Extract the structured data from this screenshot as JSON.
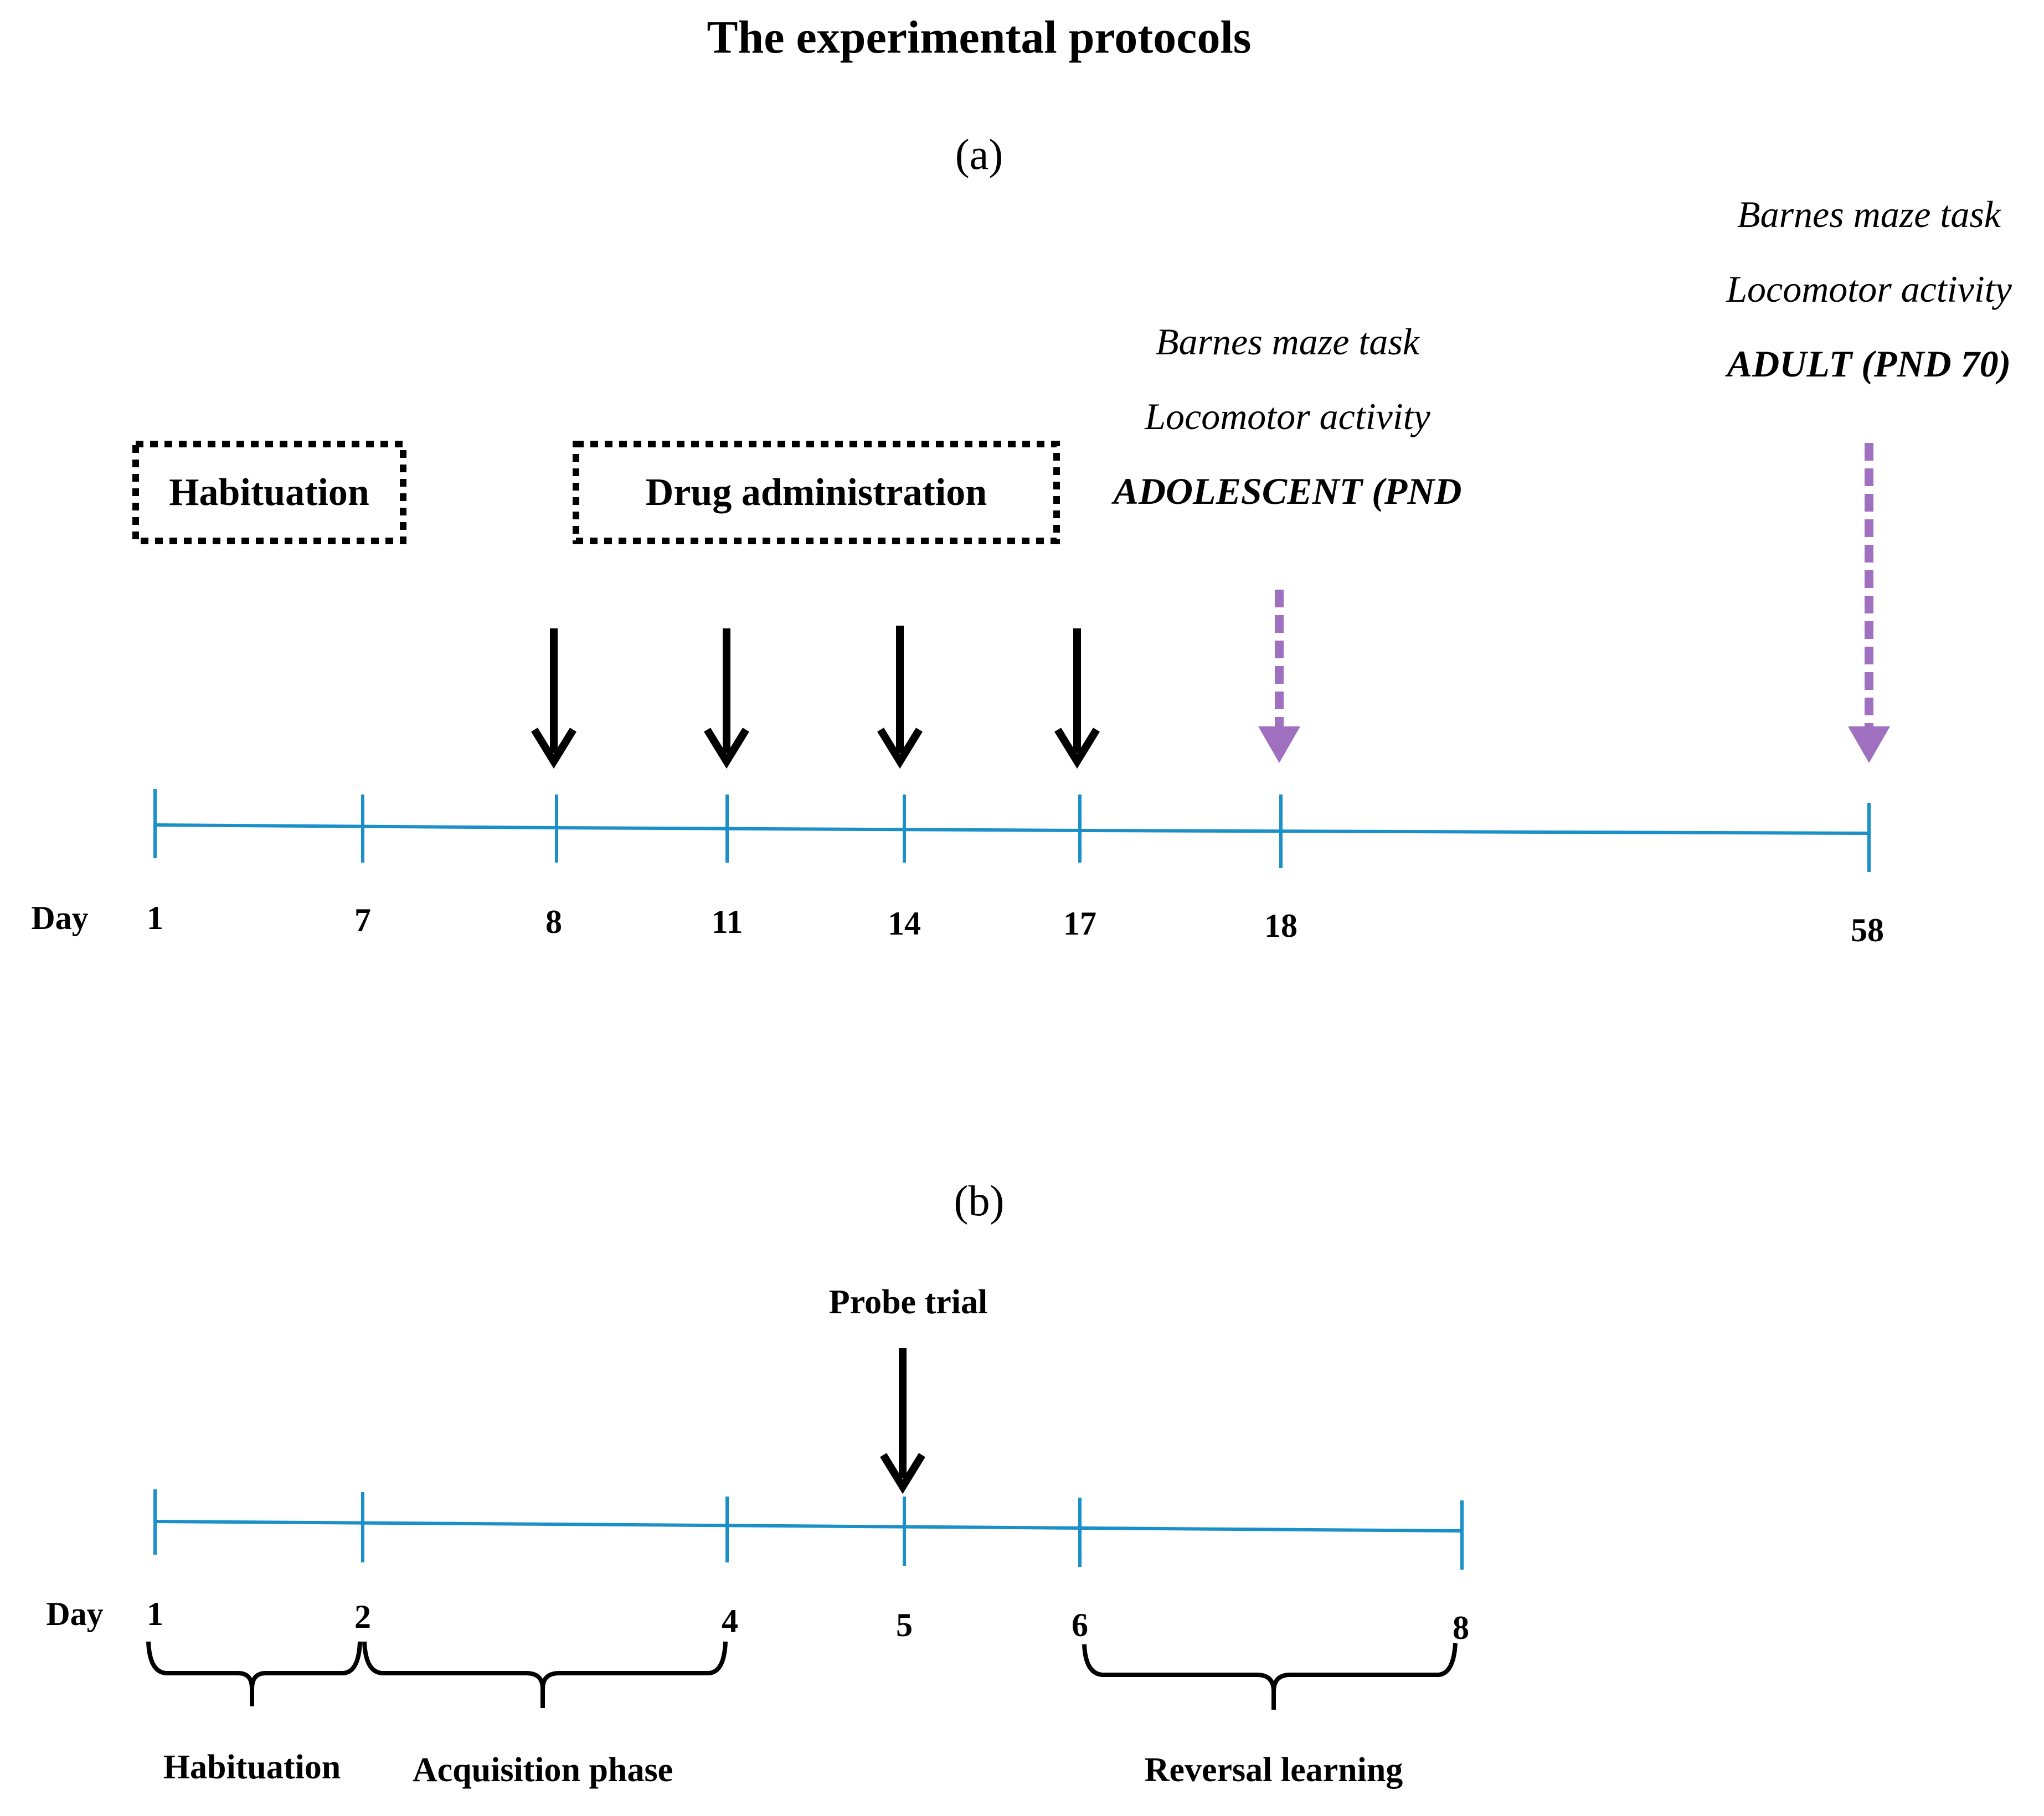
{
  "title": "The experimental protocols",
  "panel_a": {
    "label": "(a)",
    "boxes": {
      "habituation": "Habituation",
      "drug": "Drug administration"
    },
    "adolescent_annotation": {
      "line1": "Barnes maze task",
      "line2": "Locomotor activity",
      "line3": "ADOLESCENT (PND"
    },
    "adult_annotation": {
      "line1": "Barnes maze task",
      "line2": "Locomotor activity",
      "line3": "ADULT (PND 70)"
    },
    "day_label": "Day",
    "ticks": [
      "1",
      "7",
      "8",
      "11",
      "14",
      "17",
      "18",
      "58"
    ],
    "arrow_days_solid": [
      "8",
      "11",
      "14",
      "17"
    ],
    "arrow_days_dashed": [
      "18",
      "58"
    ]
  },
  "panel_b": {
    "label": "(b)",
    "probe": "Probe trial",
    "day_label": "Day",
    "ticks": [
      "1",
      "2",
      "4",
      "5",
      "6",
      "8"
    ],
    "phases": {
      "habituation": "Habituation",
      "acquisition": "Acquisition phase",
      "reversal": "Reversal learning"
    }
  },
  "colors": {
    "timeline": "#1a8fc8",
    "arrow": "#000000",
    "dashed_arrow": "#a070c0"
  }
}
